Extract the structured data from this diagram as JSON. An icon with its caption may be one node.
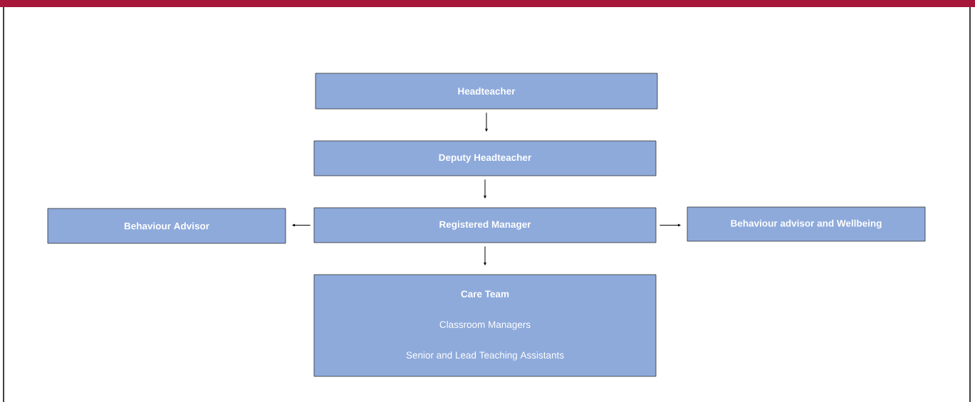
{
  "diagram": {
    "nodes": [
      {
        "text": [
          "Headteacher"
        ]
      },
      {
        "text": [
          "Deputy Headteacher"
        ]
      },
      {
        "text": [
          "Registered Manager"
        ]
      },
      {
        "text": [
          "Behaviour Advisor"
        ]
      },
      {
        "text": [
          "Behaviour advisor and Wellbeing"
        ]
      },
      {
        "text": [
          "Care Team",
          "Classroom Managers",
          "Senior and Lead Teaching Assistants"
        ]
      }
    ],
    "edges": [
      {
        "from": 0,
        "to": 1,
        "arrow": "to"
      },
      {
        "from": 1,
        "to": 2,
        "arrow": "to"
      },
      {
        "from": 2,
        "to": 3,
        "arrow": "to"
      },
      {
        "from": 2,
        "to": 4,
        "arrow": "to"
      },
      {
        "from": 2,
        "to": 5,
        "arrow": "to"
      }
    ]
  }
}
